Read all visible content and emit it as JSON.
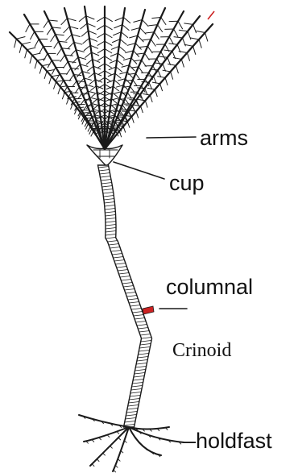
{
  "diagram": {
    "labels": {
      "arms": "arms",
      "cup": "cup",
      "columnal": "columnal",
      "caption": "Crinoid",
      "holdfast": "holdfast"
    },
    "holdfast_prefix": "–",
    "colors": {
      "ink": "#1a1a1a",
      "highlight": "#cc2222",
      "background": "#ffffff"
    }
  }
}
